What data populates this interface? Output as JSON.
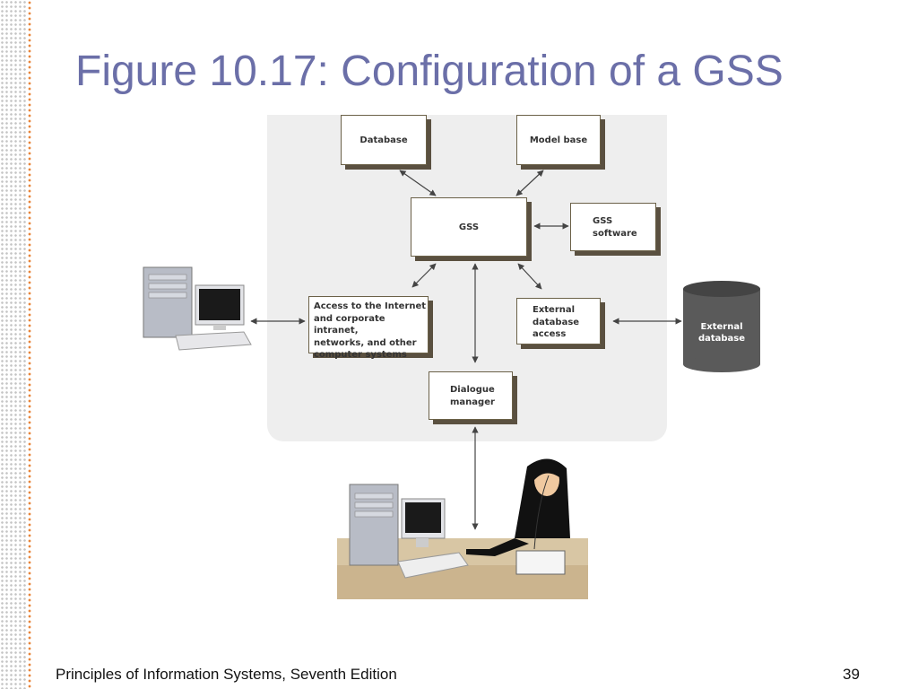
{
  "slide": {
    "title": "Figure 10.17: Configuration of a GSS",
    "footer": "Principles of Information Systems, Seventh Edition",
    "page_number": "39"
  },
  "diagram": {
    "database": "Database",
    "model_base": "Model base",
    "gss": "GSS",
    "gss_software_1": "GSS",
    "gss_software_2": "software",
    "access_1": "Access to the Internet",
    "access_2": "and corporate intranet,",
    "access_3": "networks, and other",
    "access_4": "computer systems",
    "ext_access_1": "External",
    "ext_access_2": "database",
    "ext_access_3": "access",
    "dialogue_1": "Dialogue",
    "dialogue_2": "manager",
    "external_db_1": "External",
    "external_db_2": "database"
  },
  "colors": {
    "title": "#6b6fa8",
    "panel": "#eeeeee",
    "box_shadow": "#5a5040",
    "external_db": "#555555"
  }
}
